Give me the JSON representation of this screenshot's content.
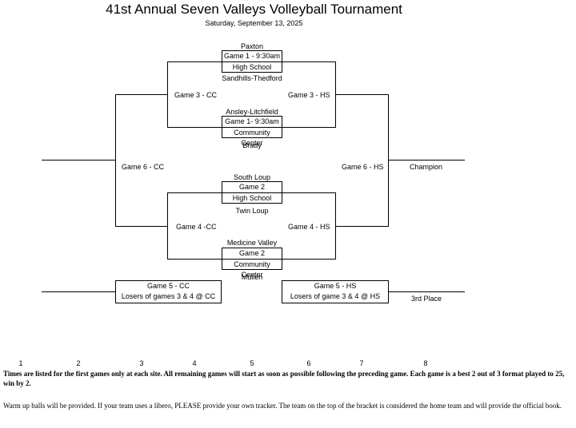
{
  "header": {
    "title": "41st Annual Seven Valleys Volleyball Tournament",
    "date": "Saturday, September 13, 2025"
  },
  "game1_hs": {
    "top_team": "Paxton",
    "line1": "Game 1 - 9:30am",
    "line2": "High School",
    "bottom_team": "Sandhills-Thedford"
  },
  "game1_cc": {
    "top_team": "Ansley-Litchfield",
    "line1": "Game 1- 9:30am",
    "line2": "Community Center",
    "bottom_team": "Brady"
  },
  "game2_hs": {
    "top_team": "South Loup",
    "line1": "Game 2",
    "line2": "High School",
    "bottom_team": "Twin Loup"
  },
  "game2_cc": {
    "top_team": "Medicine Valley",
    "line1": "Game 2",
    "line2": "Community Center",
    "bottom_team": "Mullen"
  },
  "labels": {
    "game3_cc": "Game 3 - CC",
    "game3_hs": "Game 3 - HS",
    "game4_cc": "Game 4 -CC",
    "game4_hs": "Game 4 - HS",
    "game6_cc": "Game 6 - CC",
    "game6_hs": "Game 6 - HS",
    "champion": "Champion",
    "third_place": "3rd Place"
  },
  "game5_cc": {
    "line1": "Game 5 - CC",
    "line2": "Losers of games 3 & 4 @ CC"
  },
  "game5_hs": {
    "line1": "Game 5 - HS",
    "line2": "Losers of game 3 & 4 @ HS"
  },
  "column_numbers": [
    "1",
    "2",
    "3",
    "4",
    "5",
    "6",
    "7",
    "8"
  ],
  "notes": {
    "bold_text": "Times are listed for the first games only at each site. All remaining games will start as soon as possible following the preceding game. Each game is a best 2 out of 3 format played to 25, win by 2.",
    "plain_text": "Warm up balls will be provided. If your team uses a libero, PLEASE provide your own tracker. The team on the top of the bracket is considered the home team and will provide the official book."
  }
}
